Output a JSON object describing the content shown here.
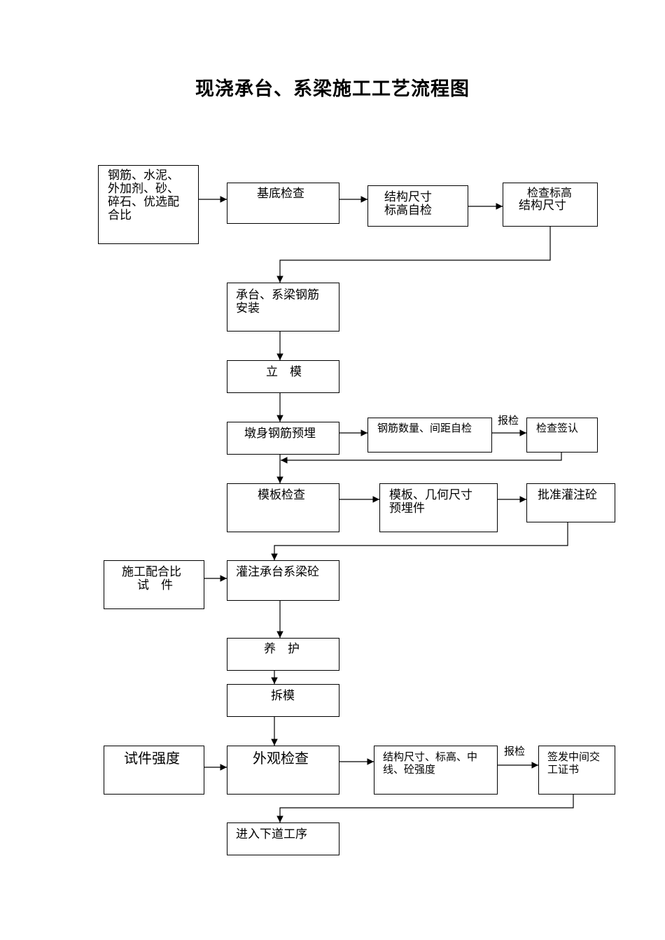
{
  "title": "现浇承台、系梁施工工艺流程图",
  "nodes": {
    "materials": [
      "钢筋、水泥、",
      "外加剂、砂、",
      "碎石、优选配",
      "合比"
    ],
    "base_check": [
      "基底检查"
    ],
    "struct_self": [
      "结构尺寸",
      "标高自检"
    ],
    "check_elev": [
      "检查标高",
      "结构尺寸"
    ],
    "rebar_install": [
      "承台、系梁钢筋",
      "安装"
    ],
    "formwork": [
      "立　模"
    ],
    "pier_rebar": [
      "墩身钢筋预埋"
    ],
    "rebar_count": [
      "钢筋数量、间距自检"
    ],
    "check_sign": [
      "检查签认"
    ],
    "form_check": [
      "模板检查"
    ],
    "form_geom": [
      "模板、几何尺寸",
      "预埋件"
    ],
    "approve_pour": [
      "批准灌注砼"
    ],
    "mix_ratio": [
      "施工配合比",
      "试　件"
    ],
    "pour": [
      "灌注承台系梁砼"
    ],
    "curing": [
      "养　护"
    ],
    "demold": [
      "拆模"
    ],
    "specimen_strength": [
      "试件强度"
    ],
    "visual_check": [
      "外观检查"
    ],
    "final_items": [
      "结构尺寸、标高、中",
      "线、砼强度"
    ],
    "certificate": [
      "签发中间交",
      "工证书"
    ],
    "next_step": [
      "进入下道工序"
    ]
  },
  "edge_labels": {
    "report_1": "报检",
    "report_2": "报检"
  }
}
